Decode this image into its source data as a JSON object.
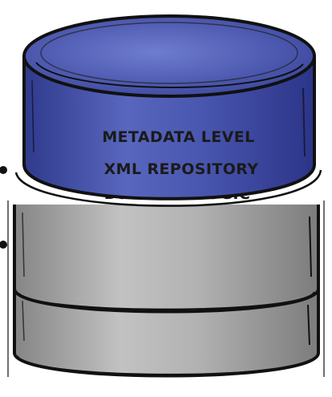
{
  "diagram": {
    "layers": [
      {
        "lines": [
          "METADATA LEVEL",
          "XML REPOSITORY"
        ]
      },
      {
        "lines": [
          "BUSINESS LOGIC"
        ]
      }
    ],
    "colors": {
      "top_layer_fill": "#4a57b0",
      "top_layer_light": "#6a78cc",
      "top_layer_dark": "#2f3a8c",
      "lower_layer_fill": "#a9a9a9",
      "lower_layer_light": "#c9c9c9",
      "lower_layer_dark": "#8a8a8a",
      "outline": "#111111",
      "text": "#1a1a1a"
    },
    "icons": [
      "connector-dot-icon",
      "connector-dot-icon"
    ]
  }
}
